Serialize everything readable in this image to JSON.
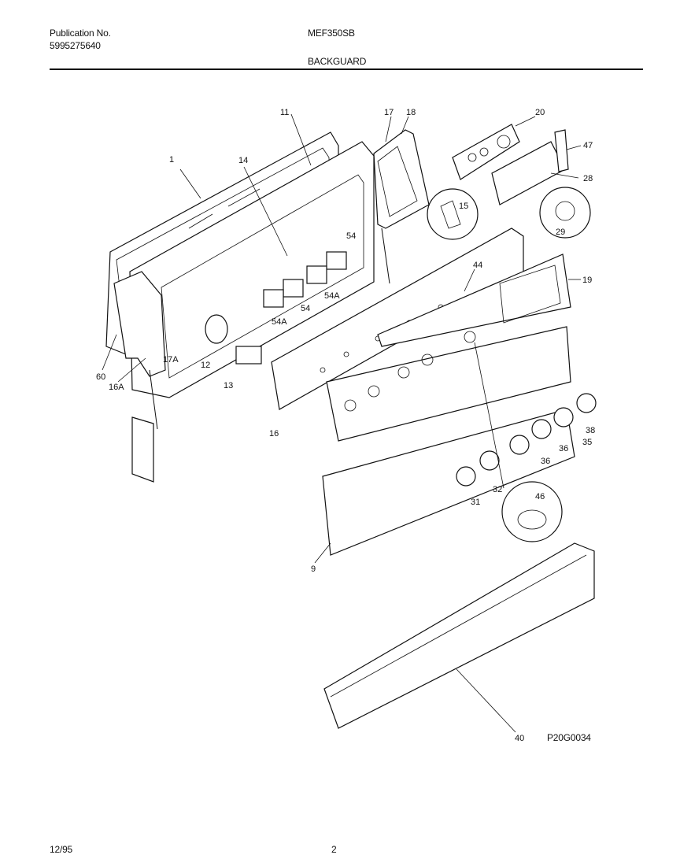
{
  "header": {
    "publication_label": "Publication No.",
    "publication_number": "5995275640",
    "model": "MEF350SB",
    "section": "BACKGUARD"
  },
  "callouts": [
    "11",
    "17",
    "18",
    "20",
    "1",
    "14",
    "47",
    "28",
    "15",
    "29",
    "54",
    "19",
    "44",
    "54A",
    "54",
    "54A",
    "17A",
    "12",
    "60",
    "16A",
    "13",
    "16",
    "38",
    "36",
    "35",
    "36",
    "32",
    "31",
    "46",
    "9",
    "40"
  ],
  "drawing_code": "P20G0034",
  "footer": {
    "date": "12/95",
    "page": "2"
  }
}
